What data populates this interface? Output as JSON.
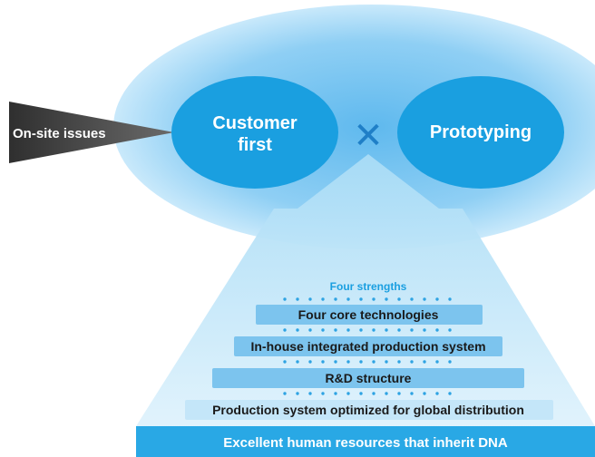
{
  "left_arrow": {
    "label": "On-site issues"
  },
  "circles": {
    "customer": {
      "line1": "Customer",
      "line2": "first"
    },
    "prototyping": {
      "label": "Prototyping"
    }
  },
  "cross_symbol": "✕",
  "pyramid": {
    "heading": "Four strengths",
    "layers": [
      "Four core technologies",
      "In-house integrated production system",
      "R&D structure",
      "Production system optimized for global distribution"
    ]
  },
  "foundation": {
    "label": "Excellent human resources that inherit DNA"
  },
  "colors": {
    "primary_blue": "#1a9fe0",
    "light_blue": "#9fd6f5",
    "band_blue": "#7cc4ee",
    "dark_arrow": "#3a3a3a",
    "cross_blue": "#1f7fc7",
    "foundation_blue": "#29a8e5"
  }
}
